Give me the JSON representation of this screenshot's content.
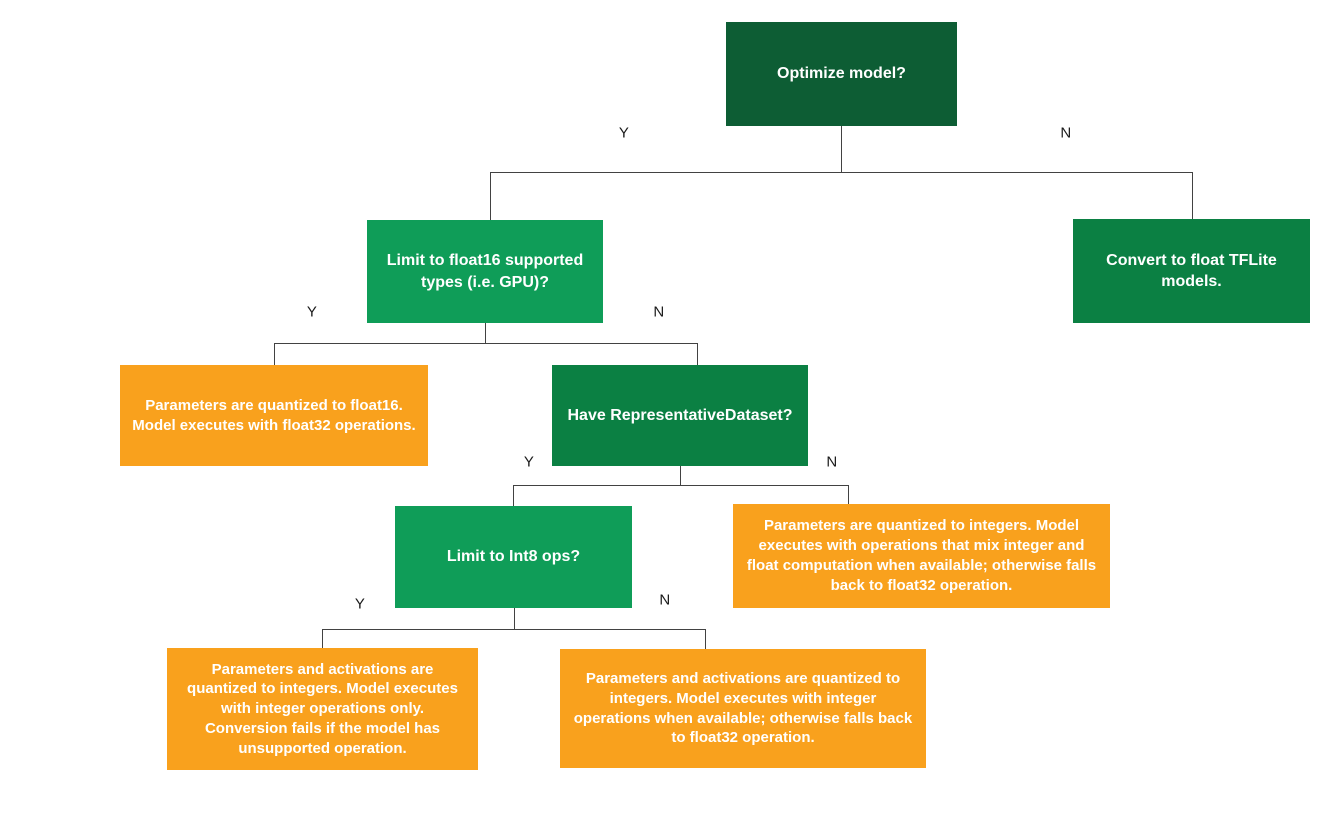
{
  "branch_labels": {
    "yes": "Y",
    "no": "N"
  },
  "colors": {
    "background": "#ffffff",
    "dark_green": "#0d5d34",
    "medium_green": "#0b8043",
    "bright_green": "#0f9d58",
    "orange": "#f9a11d",
    "box_text": "#ffffff",
    "line": "#424242",
    "branch_label_text": "#1a1a1a"
  },
  "nodes": {
    "optimize": {
      "label": "Optimize model?"
    },
    "limit_float16": {
      "label": "Limit to float16 supported types (i.e. GPU)?"
    },
    "convert_float": {
      "label": "Convert to float TFLite models."
    },
    "float16_result": {
      "label": "Parameters are quantized to float16. Model executes with float32 operations."
    },
    "have_dataset": {
      "label": "Have RepresentativeDataset?"
    },
    "limit_int8": {
      "label": "Limit to Int8 ops?"
    },
    "dynamic_range_result": {
      "label": "Parameters are quantized to integers. Model executes with operations that mix integer and float computation when available; otherwise falls back to float32 operation."
    },
    "int8_only_result": {
      "label": "Parameters and activations are quantized to integers. Model executes with integer operations only. Conversion fails if the model has unsupported operation."
    },
    "int8_fallback_result": {
      "label": "Parameters and activations are quantized to integers. Model executes with integer operations when available; otherwise falls back to float32 operation."
    }
  }
}
